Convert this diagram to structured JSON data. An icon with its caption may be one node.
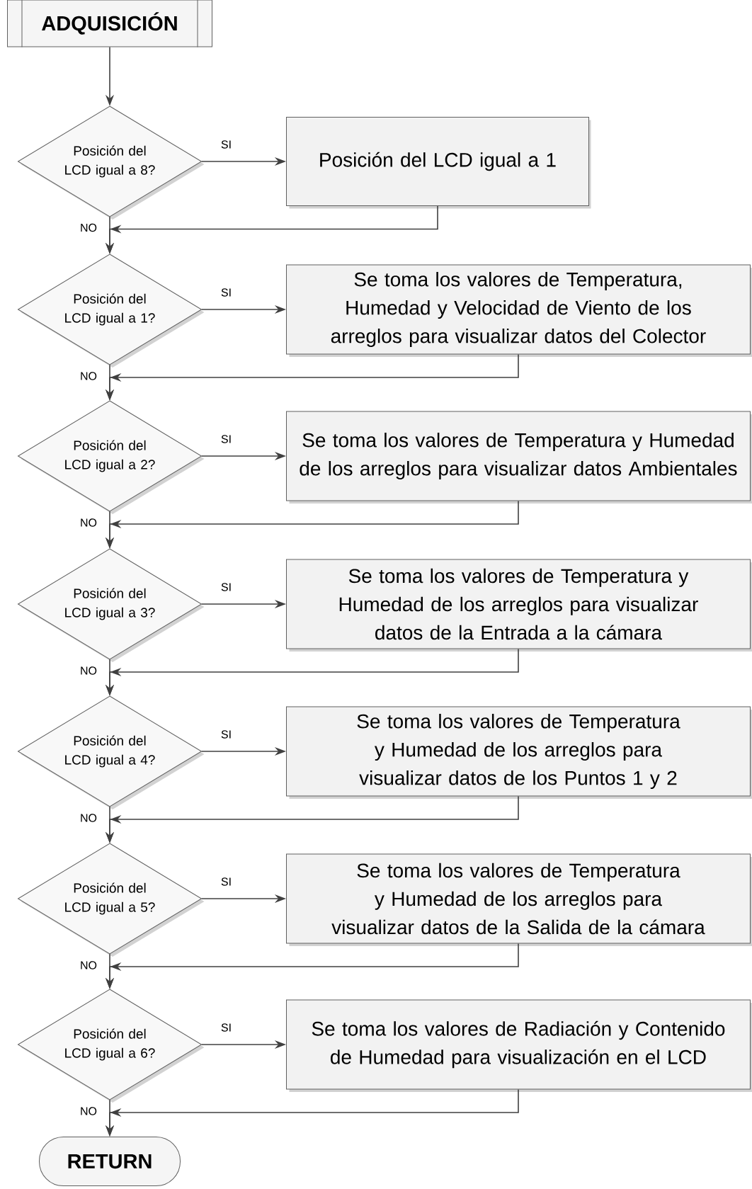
{
  "diagram": {
    "nodes": [
      {
        "text": [
          "ADQUISICIÓN"
        ]
      },
      {
        "text": [
          "Posición del LCD igual a 8?"
        ]
      },
      {
        "text": [
          "Posición del LCD igual a 1"
        ]
      },
      {
        "text": [
          "Posición del LCD igual a 1?"
        ]
      },
      {
        "text": [
          "Se toma los valores de Temperatura, Humedad y Velocidad de Viento de los arreglos para visualizar datos del Colector"
        ]
      },
      {
        "text": [
          "Posición del LCD igual a 2?"
        ]
      },
      {
        "text": [
          "Se toma los valores de Temperatura y Humedad de los arreglos para visualizar datos Ambientales"
        ]
      },
      {
        "text": [
          "Posición del LCD igual a 3?"
        ]
      },
      {
        "text": [
          "Se toma los valores de Temperatura y Humedad de los arreglos para visualizar datos de la Entrada a la cámara"
        ]
      },
      {
        "text": [
          "Posición del LCD igual a 4?"
        ]
      },
      {
        "text": [
          "Se toma los valores de Temperatura y Humedad de los arreglos para visualizar datos de los Puntos 1 y 2"
        ]
      },
      {
        "text": [
          "Posición del LCD igual a 5?"
        ]
      },
      {
        "text": [
          "Se toma los valores de Temperatura y Humedad de los arreglos para visualizar datos de la Salida de la cámara"
        ]
      },
      {
        "text": [
          "Posición del LCD igual a 6?"
        ]
      },
      {
        "text": [
          "Se toma los valores de Radiación y Contenido de Humedad para visualización en el LCD"
        ]
      },
      {
        "text": [
          "RETURN"
        ]
      }
    ],
    "edges": [
      {
        "from": 0,
        "to": 1,
        "arrow": "to"
      },
      {
        "from": 1,
        "to": 2,
        "arrow": "to",
        "label": "SI"
      },
      {
        "from": 1,
        "to": 3,
        "arrow": "to",
        "label": "NO"
      },
      {
        "from": 2,
        "to": 3,
        "arrow": "to"
      },
      {
        "from": 3,
        "to": 4,
        "arrow": "to",
        "label": "SI"
      },
      {
        "from": 3,
        "to": 5,
        "arrow": "to",
        "label": "NO"
      },
      {
        "from": 4,
        "to": 5,
        "arrow": "to"
      },
      {
        "from": 5,
        "to": 6,
        "arrow": "to",
        "label": "SI"
      },
      {
        "from": 5,
        "to": 7,
        "arrow": "to",
        "label": "NO"
      },
      {
        "from": 6,
        "to": 7,
        "arrow": "to"
      },
      {
        "from": 7,
        "to": 8,
        "arrow": "to",
        "label": "SI"
      },
      {
        "from": 7,
        "to": 9,
        "arrow": "to",
        "label": "NO"
      },
      {
        "from": 8,
        "to": 9,
        "arrow": "to"
      },
      {
        "from": 9,
        "to": 10,
        "arrow": "to",
        "label": "SI"
      },
      {
        "from": 9,
        "to": 11,
        "arrow": "to",
        "label": "NO"
      },
      {
        "from": 10,
        "to": 11,
        "arrow": "to"
      },
      {
        "from": 11,
        "to": 12,
        "arrow": "to",
        "label": "SI"
      },
      {
        "from": 11,
        "to": 13,
        "arrow": "to",
        "label": "NO"
      },
      {
        "from": 12,
        "to": 13,
        "arrow": "to"
      },
      {
        "from": 13,
        "to": 14,
        "arrow": "to",
        "label": "SI"
      },
      {
        "from": 13,
        "to": 15,
        "arrow": "to",
        "label": "NO"
      },
      {
        "from": 14,
        "to": 15,
        "arrow": "to"
      }
    ]
  }
}
